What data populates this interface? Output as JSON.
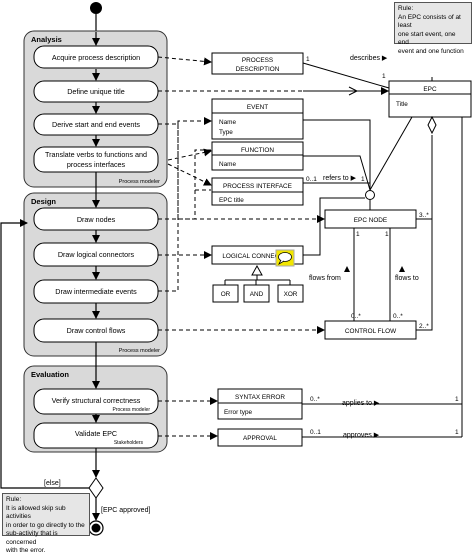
{
  "rule_top": {
    "title": "Rule:",
    "lines": [
      "An EPC consists of at least",
      "one start event, one end",
      "event and one function"
    ]
  },
  "rule_bottom": {
    "title": "Rule:",
    "lines": [
      "It is allowed skip sub activities",
      "in order to go directly to the",
      "sub-activity that is concerned",
      "with the error."
    ]
  },
  "lanes": {
    "analysis": {
      "title": "Analysis",
      "footer": "Process modeler"
    },
    "design": {
      "title": "Design",
      "footer": "Process modeler"
    },
    "evaluation": {
      "title": "Evaluation"
    }
  },
  "activities": {
    "acquire": "Acquire process description",
    "define_title": "Define unique title",
    "derive_events": "Derive start and end events",
    "translate_line1": "Translate verbs to functions and",
    "translate_line2": "process interfaces",
    "draw_nodes": "Draw nodes",
    "draw_connectors": "Draw logical connectors",
    "draw_events": "Draw intermediate events",
    "draw_flows": "Draw control flows",
    "verify": "Verify structural correctness",
    "verify_role": "Process modeler",
    "validate": "Validate EPC",
    "validate_role": "Stakeholders"
  },
  "classes": {
    "process_description_line1": "PROCESS",
    "process_description_line2": "DESCRIPTION",
    "epc": "EPC",
    "epc_attr": "Title",
    "event": "EVENT",
    "event_attr1": "Name",
    "event_attr2": "Type",
    "function": "FUNCTION",
    "function_attr": "Name",
    "process_interface": "PROCESS INTERFACE",
    "process_interface_attr": "EPC title",
    "epc_node": "EPC NODE",
    "logical_connector": "LOGICAL CONNECTOR",
    "or": "OR",
    "and": "AND",
    "xor": "XOR",
    "control_flow": "CONTROL FLOW",
    "syntax_error": "SYNTAX ERROR",
    "syntax_error_attr": "Error type",
    "approval": "APPROVAL"
  },
  "associations": {
    "describes": "describes ▶",
    "refers_to": "refers to ▶",
    "flows_from": "flows from",
    "flows_to": "flows to",
    "applies_to": "applies to ▶",
    "approves": "approves ▶"
  },
  "multiplicities": {
    "describes_left": "1",
    "describes_right": "1",
    "refers_left": "0..1",
    "refers_right": "1",
    "epcnode_right": "3..*",
    "flows_from_top": "1",
    "flows_from_bottom": "0..*",
    "flows_to_top": "1",
    "flows_to_bottom": "0..*",
    "cf_right": "2..*",
    "applies_left": "0..*",
    "applies_right": "1",
    "approves_left": "0..1",
    "approves_right": "1"
  },
  "guards": {
    "else": "[else]",
    "approved": "[EPC approved]"
  },
  "colors": {
    "lane_fill": "#d9d9d9",
    "note_fill": "#e6e6e6",
    "highlight": "#f2e600"
  }
}
